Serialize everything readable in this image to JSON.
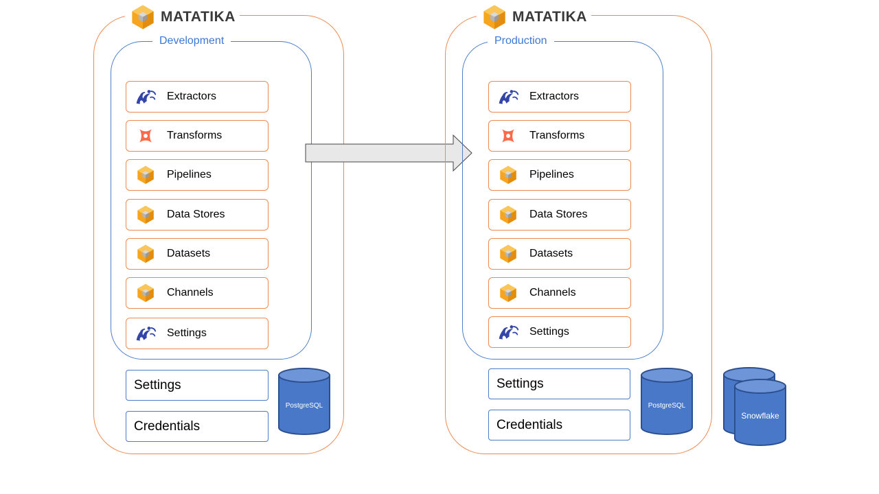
{
  "brand": {
    "name": "MATATIKA"
  },
  "environments": [
    {
      "label": "Development",
      "items": [
        {
          "label": "Extractors",
          "icon": "meltano-dragon-icon"
        },
        {
          "label": "Transforms",
          "icon": "dbt-icon"
        },
        {
          "label": "Pipelines",
          "icon": "matatika-cube-icon"
        },
        {
          "label": "Data Stores",
          "icon": "matatika-cube-icon"
        },
        {
          "label": "Datasets",
          "icon": "matatika-cube-icon"
        },
        {
          "label": "Channels",
          "icon": "matatika-cube-icon"
        },
        {
          "label": "Settings",
          "icon": "meltano-dragon-icon"
        }
      ],
      "settings_label": "Settings",
      "credentials_label": "Credentials",
      "database_label": "PostgreSQL"
    },
    {
      "label": "Production",
      "items": [
        {
          "label": "Extractors",
          "icon": "meltano-dragon-icon"
        },
        {
          "label": "Transforms",
          "icon": "dbt-icon"
        },
        {
          "label": "Pipelines",
          "icon": "matatika-cube-icon"
        },
        {
          "label": "Data Stores",
          "icon": "matatika-cube-icon"
        },
        {
          "label": "Datasets",
          "icon": "matatika-cube-icon"
        },
        {
          "label": "Channels",
          "icon": "matatika-cube-icon"
        },
        {
          "label": "Settings",
          "icon": "meltano-dragon-icon"
        }
      ],
      "settings_label": "Settings",
      "credentials_label": "Credentials",
      "database_label": "PostgreSQL"
    }
  ],
  "external_database_label": "Snowflake",
  "colors": {
    "environment_border": "#ee8a4f",
    "workspace_border": "#4a7cc7",
    "label_blue": "#3c78d8",
    "database_fill": "#4a78c8",
    "database_top": "#6d95d8",
    "database_stroke": "#2c4f8f",
    "arrow_fill": "#e8e8e8",
    "dbt_orange": "#fc6a4a",
    "meltano_blue": "#3346a8",
    "cube_orange": "#f7a51e"
  }
}
